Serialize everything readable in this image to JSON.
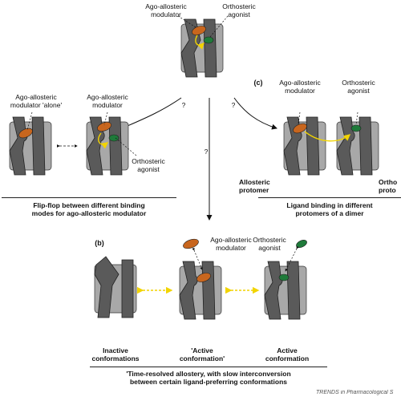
{
  "top": {
    "ago_label": "Ago-allosteric\nmodulator",
    "ortho_label": "Orthosteric\nagonist",
    "q_left": "?",
    "q_mid": "?",
    "q_right": "?"
  },
  "panel_a": {
    "id": "",
    "alone_label": "Ago-allosteric\nmodulator 'alone'",
    "ago_label": "Ago-allosteric\nmodulator",
    "ortho_label": "Orthosteric\nagonist",
    "caption": "Flip-flop between different binding\nmodes for ago-allosteric modulator"
  },
  "panel_c": {
    "id": "(c)",
    "ago_label": "Ago-allosteric\nmodulator",
    "ortho_label": "Orthosteric\nagonist",
    "allosteric_protomer": "Allosteric\nprotomer",
    "ortho_protomer": "Ortho\nproto",
    "caption": "Ligand binding in different\nprotomers of a dimer"
  },
  "panel_b": {
    "id": "(b)",
    "ago_label": "Ago-allosteric\nmodulator",
    "ortho_label": "Orthosteric\nagonist",
    "inactive": "Inactive\nconformations",
    "active_q": "'Active\nconformation'",
    "active": "Active\nconformation",
    "caption": "'Time-resolved allostery, with slow interconversion\nbetween certain ligand-preferring conformations"
  },
  "source": "TRENDS in Pharmacological S",
  "colors": {
    "helix_dark": "#5a5a5a",
    "helix_light": "#a8a8a8",
    "ago": "#c8661e",
    "ortho": "#1f7a3a",
    "arrow_yellow": "#f2d400"
  }
}
